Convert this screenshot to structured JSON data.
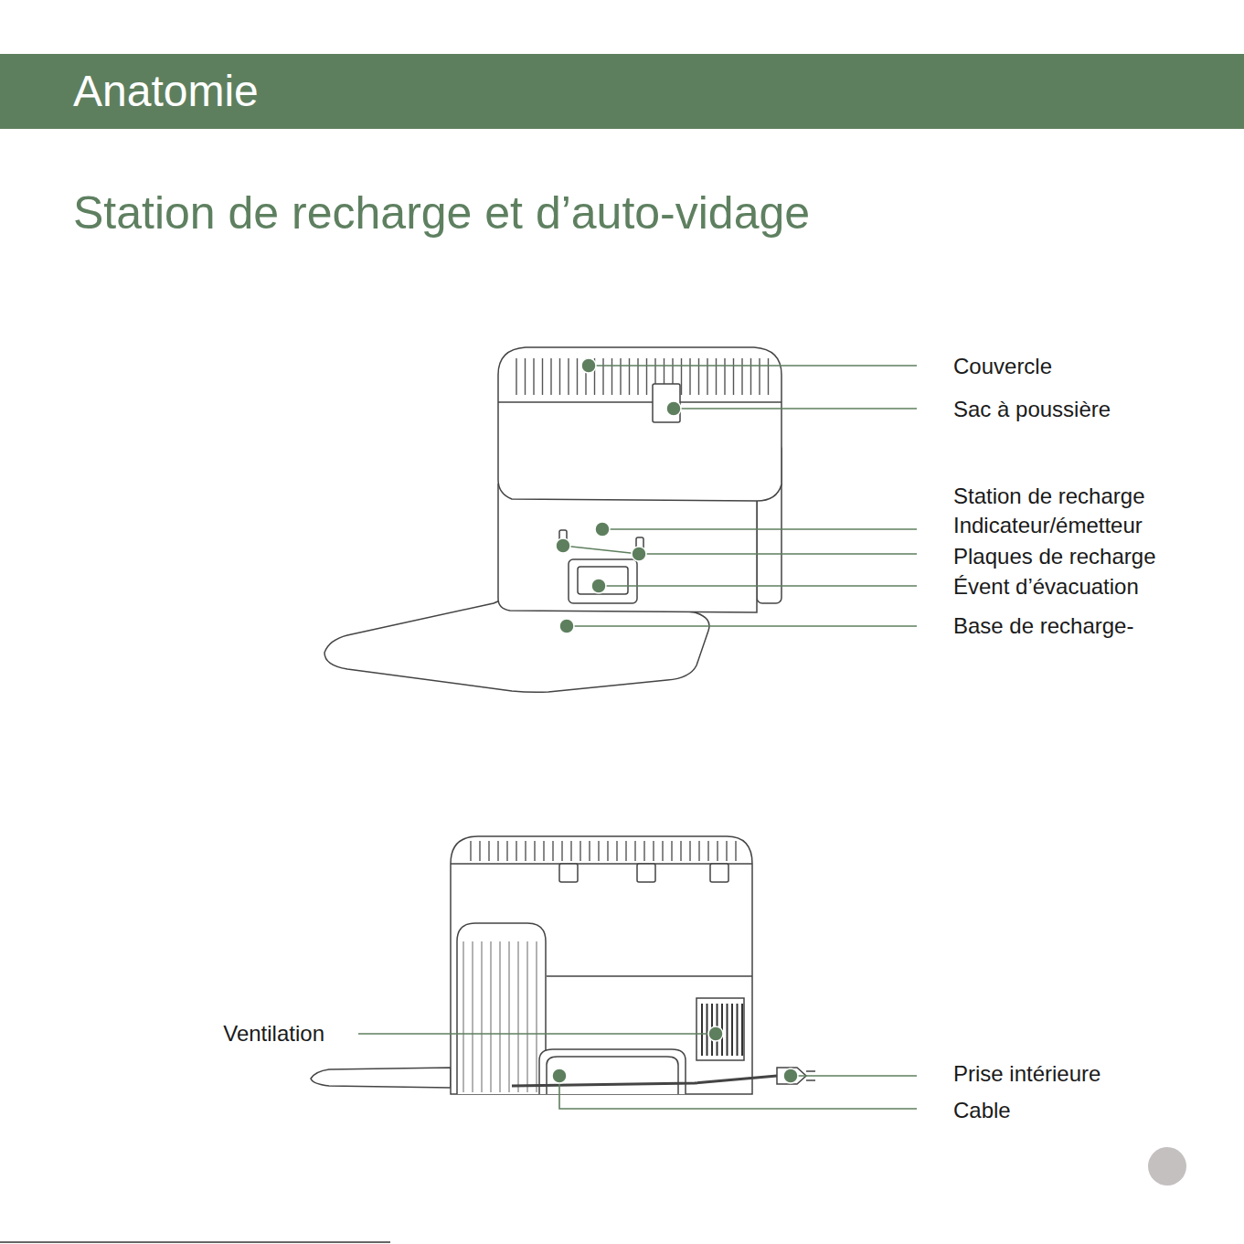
{
  "diagram": {
    "title": "Anatomie",
    "labels": [
      "Station de recharge et d’auto-vidage",
      "Couvercle",
      "Sac à poussière",
      "Station de recharge Indicateur/émetteur",
      "Plaques de recharge",
      "Évent d’évacuation",
      "Base de recharge-",
      "Ventilation",
      "Prise intérieure",
      "Cable"
    ]
  }
}
